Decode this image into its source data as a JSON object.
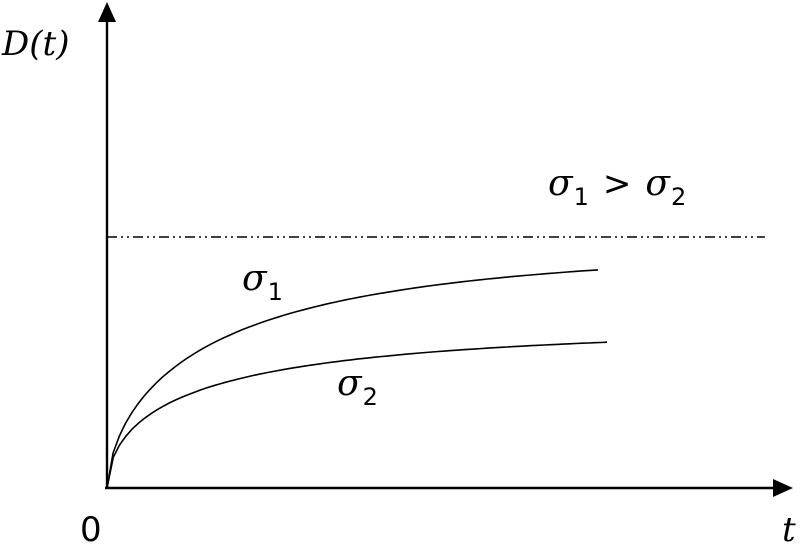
{
  "axes": {
    "y_label": "D(t)",
    "x_label": "t",
    "origin_label": "0"
  },
  "curves": [
    {
      "label_symbol": "σ",
      "label_subscript": "1"
    },
    {
      "label_symbol": "σ",
      "label_subscript": "2"
    }
  ],
  "relation": {
    "left_symbol": "σ",
    "left_subscript": "1",
    "operator": ">",
    "right_symbol": "σ",
    "right_subscript": "2"
  },
  "colors": {
    "stroke": "#000000",
    "background": "#ffffff"
  }
}
